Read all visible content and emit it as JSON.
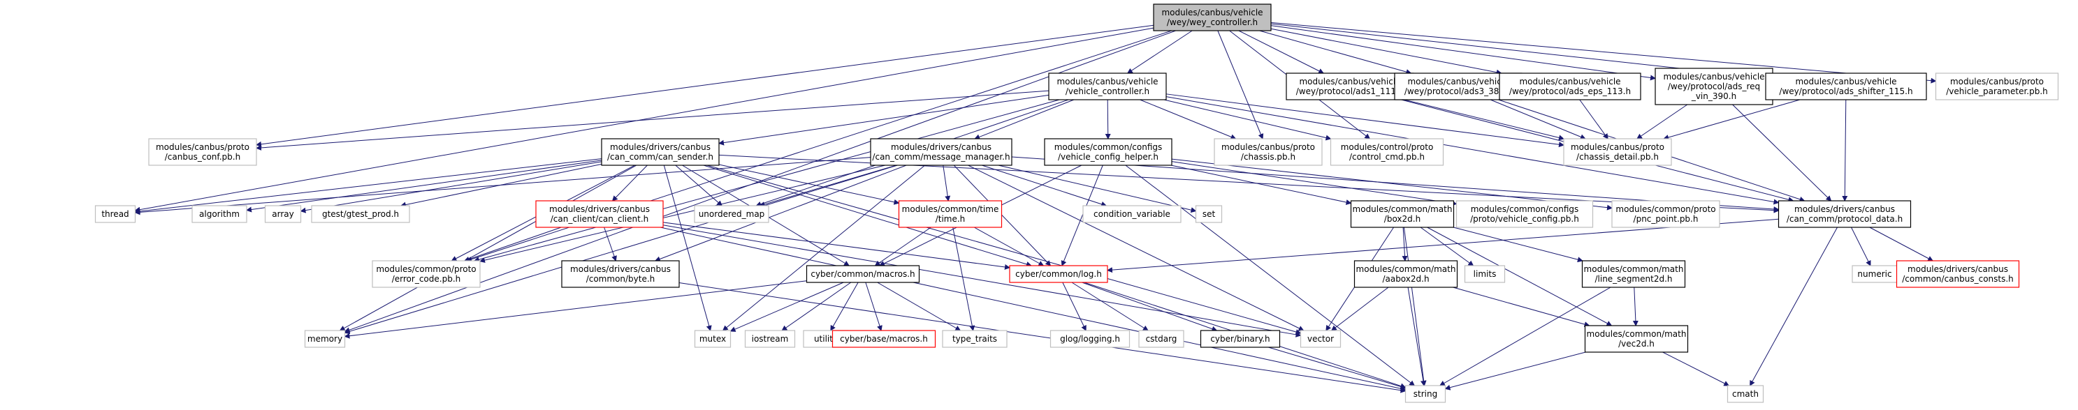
{
  "colors": {
    "edge": "#191970",
    "root_fill": "#bfbfbf",
    "root_border": "#000000",
    "local_border": "#000000",
    "external_border": "#bfbfbf",
    "truncated_border": "#ff0000",
    "node_fill": "#ffffff"
  },
  "nodes": [
    {
      "id": "wey_controller",
      "kind": "root",
      "lines": [
        "modules/canbus/vehicle",
        "/wey/wey_controller.h"
      ]
    },
    {
      "id": "vehicle_controller",
      "kind": "local",
      "lines": [
        "modules/canbus/vehicle",
        "/vehicle_controller.h"
      ]
    },
    {
      "id": "ads1_111",
      "kind": "local",
      "lines": [
        "modules/canbus/vehicle",
        "/wey/protocol/ads1_111.h"
      ]
    },
    {
      "id": "ads3_38e",
      "kind": "local",
      "lines": [
        "modules/canbus/vehicle",
        "/wey/protocol/ads3_38e.h"
      ]
    },
    {
      "id": "ads_eps_113",
      "kind": "local",
      "lines": [
        "modules/canbus/vehicle",
        "/wey/protocol/ads_eps_113.h"
      ]
    },
    {
      "id": "ads_req_vin_390",
      "kind": "local",
      "lines": [
        "modules/canbus/vehicle",
        "/wey/protocol/ads_req",
        "_vin_390.h"
      ]
    },
    {
      "id": "ads_shifter_115",
      "kind": "local",
      "lines": [
        "modules/canbus/vehicle",
        "/wey/protocol/ads_shifter_115.h"
      ]
    },
    {
      "id": "vehicle_parameter_pb",
      "kind": "external",
      "lines": [
        "modules/canbus/proto",
        "/vehicle_parameter.pb.h"
      ]
    },
    {
      "id": "canbus_conf_pb",
      "kind": "external",
      "lines": [
        "modules/canbus/proto",
        "/canbus_conf.pb.h"
      ]
    },
    {
      "id": "can_sender",
      "kind": "local",
      "lines": [
        "modules/drivers/canbus",
        "/can_comm/can_sender.h"
      ]
    },
    {
      "id": "message_manager",
      "kind": "local",
      "lines": [
        "modules/drivers/canbus",
        "/can_comm/message_manager.h"
      ]
    },
    {
      "id": "vehicle_config_helper",
      "kind": "local",
      "lines": [
        "modules/common/configs",
        "/vehicle_config_helper.h"
      ]
    },
    {
      "id": "chassis_pb",
      "kind": "external",
      "lines": [
        "modules/canbus/proto",
        "/chassis.pb.h"
      ]
    },
    {
      "id": "control_cmd_pb",
      "kind": "external",
      "lines": [
        "modules/control/proto",
        "/control_cmd.pb.h"
      ]
    },
    {
      "id": "chassis_detail_pb",
      "kind": "external",
      "lines": [
        "modules/canbus/proto",
        "/chassis_detail.pb.h"
      ]
    },
    {
      "id": "thread",
      "kind": "external",
      "lines": [
        "thread"
      ]
    },
    {
      "id": "algorithm",
      "kind": "external",
      "lines": [
        "algorithm"
      ]
    },
    {
      "id": "array",
      "kind": "external",
      "lines": [
        "array"
      ]
    },
    {
      "id": "gtest_prod",
      "kind": "external",
      "lines": [
        "gtest/gtest_prod.h"
      ]
    },
    {
      "id": "can_client",
      "kind": "truncated",
      "lines": [
        "modules/drivers/canbus",
        "/can_client/can_client.h"
      ]
    },
    {
      "id": "unordered_map",
      "kind": "external",
      "lines": [
        "unordered_map"
      ]
    },
    {
      "id": "time_h",
      "kind": "truncated",
      "lines": [
        "modules/common/time",
        "/time.h"
      ]
    },
    {
      "id": "condition_variable",
      "kind": "external",
      "lines": [
        "condition_variable"
      ]
    },
    {
      "id": "set",
      "kind": "external",
      "lines": [
        "set"
      ]
    },
    {
      "id": "box2d",
      "kind": "local",
      "lines": [
        "modules/common/math",
        "/box2d.h"
      ]
    },
    {
      "id": "vehicle_config_pb",
      "kind": "external",
      "lines": [
        "modules/common/configs",
        "/proto/vehicle_config.pb.h"
      ]
    },
    {
      "id": "pnc_point_pb",
      "kind": "external",
      "lines": [
        "modules/common/proto",
        "/pnc_point.pb.h"
      ]
    },
    {
      "id": "protocol_data",
      "kind": "local",
      "lines": [
        "modules/drivers/canbus",
        "/can_comm/protocol_data.h"
      ]
    },
    {
      "id": "error_code_pb",
      "kind": "external",
      "lines": [
        "modules/common/proto",
        "/error_code.pb.h"
      ]
    },
    {
      "id": "byte_h",
      "kind": "local",
      "lines": [
        "modules/drivers/canbus",
        "/common/byte.h"
      ]
    },
    {
      "id": "macros_h",
      "kind": "local",
      "lines": [
        "cyber/common/macros.h"
      ]
    },
    {
      "id": "log_h",
      "kind": "truncated",
      "lines": [
        "cyber/common/log.h"
      ]
    },
    {
      "id": "aabox2d",
      "kind": "local",
      "lines": [
        "modules/common/math",
        "/aabox2d.h"
      ]
    },
    {
      "id": "limits",
      "kind": "external",
      "lines": [
        "limits"
      ]
    },
    {
      "id": "line_segment2d",
      "kind": "local",
      "lines": [
        "modules/common/math",
        "/line_segment2d.h"
      ]
    },
    {
      "id": "numeric",
      "kind": "external",
      "lines": [
        "numeric"
      ]
    },
    {
      "id": "canbus_consts",
      "kind": "truncated",
      "lines": [
        "modules/drivers/canbus",
        "/common/canbus_consts.h"
      ]
    },
    {
      "id": "memory",
      "kind": "external",
      "lines": [
        "memory"
      ]
    },
    {
      "id": "mutex",
      "kind": "external",
      "lines": [
        "mutex"
      ]
    },
    {
      "id": "iostream",
      "kind": "external",
      "lines": [
        "iostream"
      ]
    },
    {
      "id": "utility",
      "kind": "external",
      "lines": [
        "utility"
      ]
    },
    {
      "id": "base_macros",
      "kind": "truncated",
      "lines": [
        "cyber/base/macros.h"
      ]
    },
    {
      "id": "type_traits",
      "kind": "external",
      "lines": [
        "type_traits"
      ]
    },
    {
      "id": "glog_logging",
      "kind": "external",
      "lines": [
        "glog/logging.h"
      ]
    },
    {
      "id": "cstdarg",
      "kind": "external",
      "lines": [
        "cstdarg"
      ]
    },
    {
      "id": "binary_h",
      "kind": "local",
      "lines": [
        "cyber/binary.h"
      ]
    },
    {
      "id": "vector",
      "kind": "external",
      "lines": [
        "vector"
      ]
    },
    {
      "id": "vec2d",
      "kind": "local",
      "lines": [
        "modules/common/math",
        "/vec2d.h"
      ]
    },
    {
      "id": "string",
      "kind": "external",
      "lines": [
        "string"
      ]
    },
    {
      "id": "cmath",
      "kind": "external",
      "lines": [
        "cmath"
      ]
    }
  ],
  "edges": [
    [
      "wey_controller",
      "vehicle_controller"
    ],
    [
      "wey_controller",
      "ads1_111"
    ],
    [
      "wey_controller",
      "ads3_38e"
    ],
    [
      "wey_controller",
      "ads_eps_113"
    ],
    [
      "wey_controller",
      "ads_req_vin_390"
    ],
    [
      "wey_controller",
      "ads_shifter_115"
    ],
    [
      "wey_controller",
      "vehicle_parameter_pb"
    ],
    [
      "wey_controller",
      "canbus_conf_pb"
    ],
    [
      "wey_controller",
      "thread"
    ],
    [
      "wey_controller",
      "memory"
    ],
    [
      "wey_controller",
      "chassis_pb"
    ],
    [
      "wey_controller",
      "control_cmd_pb"
    ],
    [
      "wey_controller",
      "error_code_pb"
    ],
    [
      "vehicle_controller",
      "canbus_conf_pb"
    ],
    [
      "vehicle_controller",
      "can_sender"
    ],
    [
      "vehicle_controller",
      "message_manager"
    ],
    [
      "vehicle_controller",
      "vehicle_config_helper"
    ],
    [
      "vehicle_controller",
      "chassis_pb"
    ],
    [
      "vehicle_controller",
      "control_cmd_pb"
    ],
    [
      "vehicle_controller",
      "chassis_detail_pb"
    ],
    [
      "vehicle_controller",
      "unordered_map"
    ],
    [
      "vehicle_controller",
      "error_code_pb"
    ],
    [
      "vehicle_controller",
      "protocol_data"
    ],
    [
      "ads1_111",
      "chassis_detail_pb"
    ],
    [
      "ads1_111",
      "protocol_data"
    ],
    [
      "ads3_38e",
      "chassis_detail_pb"
    ],
    [
      "ads3_38e",
      "protocol_data"
    ],
    [
      "ads_eps_113",
      "chassis_detail_pb"
    ],
    [
      "ads_req_vin_390",
      "chassis_detail_pb"
    ],
    [
      "ads_req_vin_390",
      "protocol_data"
    ],
    [
      "ads_shifter_115",
      "chassis_detail_pb"
    ],
    [
      "ads_shifter_115",
      "protocol_data"
    ],
    [
      "can_sender",
      "thread"
    ],
    [
      "can_sender",
      "algorithm"
    ],
    [
      "can_sender",
      "array"
    ],
    [
      "can_sender",
      "gtest_prod"
    ],
    [
      "can_sender",
      "can_client"
    ],
    [
      "can_sender",
      "unordered_map"
    ],
    [
      "can_sender",
      "time_h"
    ],
    [
      "can_sender",
      "memory"
    ],
    [
      "can_sender",
      "mutex"
    ],
    [
      "can_sender",
      "error_code_pb"
    ],
    [
      "can_sender",
      "macros_h"
    ],
    [
      "can_sender",
      "log_h"
    ],
    [
      "can_sender",
      "protocol_data"
    ],
    [
      "can_sender",
      "vector"
    ],
    [
      "message_manager",
      "thread"
    ],
    [
      "message_manager",
      "unordered_map"
    ],
    [
      "message_manager",
      "time_h"
    ],
    [
      "message_manager",
      "condition_variable"
    ],
    [
      "message_manager",
      "set"
    ],
    [
      "message_manager",
      "byte_h"
    ],
    [
      "message_manager",
      "mutex"
    ],
    [
      "message_manager",
      "memory"
    ],
    [
      "message_manager",
      "error_code_pb"
    ],
    [
      "message_manager",
      "log_h"
    ],
    [
      "message_manager",
      "protocol_data"
    ],
    [
      "message_manager",
      "vector"
    ],
    [
      "vehicle_config_helper",
      "box2d"
    ],
    [
      "vehicle_config_helper",
      "vehicle_config_pb"
    ],
    [
      "vehicle_config_helper",
      "pnc_point_pb"
    ],
    [
      "vehicle_config_helper",
      "macros_h"
    ],
    [
      "vehicle_config_helper",
      "log_h"
    ],
    [
      "vehicle_config_helper",
      "string"
    ],
    [
      "can_client",
      "error_code_pb"
    ],
    [
      "can_client",
      "byte_h"
    ],
    [
      "can_client",
      "log_h"
    ],
    [
      "can_client",
      "vector"
    ],
    [
      "can_client",
      "string"
    ],
    [
      "time_h",
      "macros_h"
    ],
    [
      "time_h",
      "log_h"
    ],
    [
      "time_h",
      "type_traits"
    ],
    [
      "box2d",
      "aabox2d"
    ],
    [
      "box2d",
      "limits"
    ],
    [
      "box2d",
      "line_segment2d"
    ],
    [
      "box2d",
      "vec2d"
    ],
    [
      "box2d",
      "string"
    ],
    [
      "box2d",
      "vector"
    ],
    [
      "protocol_data",
      "log_h"
    ],
    [
      "protocol_data",
      "numeric"
    ],
    [
      "protocol_data",
      "canbus_consts"
    ],
    [
      "protocol_data",
      "cmath"
    ],
    [
      "byte_h",
      "string"
    ],
    [
      "macros_h",
      "memory"
    ],
    [
      "macros_h",
      "mutex"
    ],
    [
      "macros_h",
      "iostream"
    ],
    [
      "macros_h",
      "utility"
    ],
    [
      "macros_h",
      "base_macros"
    ],
    [
      "macros_h",
      "type_traits"
    ],
    [
      "log_h",
      "glog_logging"
    ],
    [
      "log_h",
      "cstdarg"
    ],
    [
      "log_h",
      "binary_h"
    ],
    [
      "log_h",
      "string"
    ],
    [
      "aabox2d",
      "string"
    ],
    [
      "aabox2d",
      "vector"
    ],
    [
      "aabox2d",
      "vec2d"
    ],
    [
      "line_segment2d",
      "vec2d"
    ],
    [
      "line_segment2d",
      "string"
    ],
    [
      "vec2d",
      "string"
    ],
    [
      "vec2d",
      "cmath"
    ],
    [
      "binary_h",
      "string"
    ]
  ]
}
